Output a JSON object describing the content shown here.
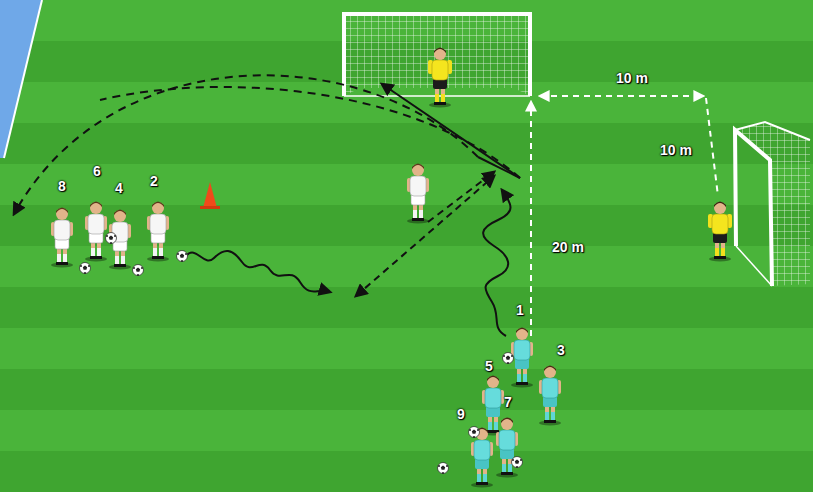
{
  "diagram": {
    "labels": [
      "10 m",
      "10 m",
      "8",
      "6",
      "4",
      "2",
      "20 m",
      "1",
      "5",
      "3",
      "7",
      "9"
    ]
  }
}
